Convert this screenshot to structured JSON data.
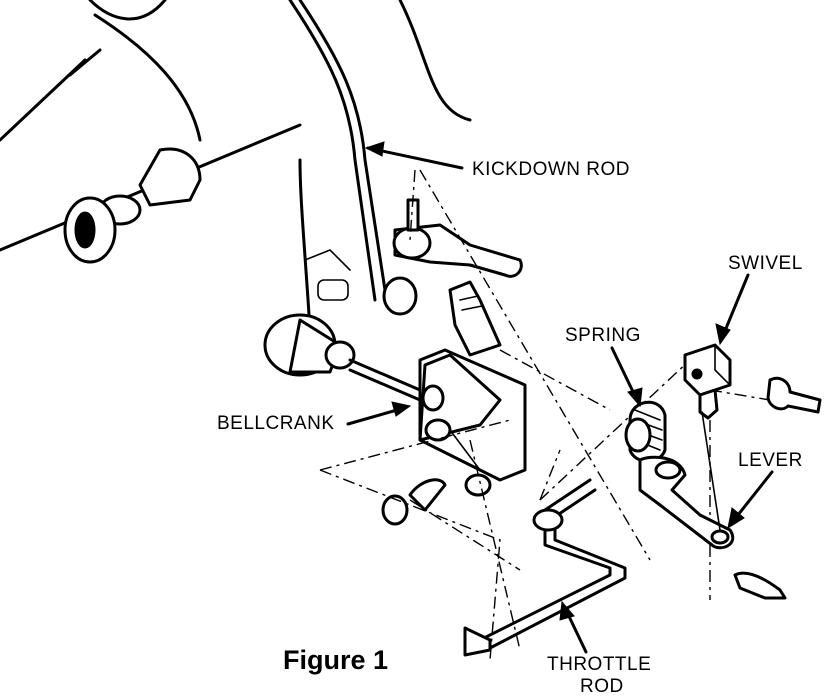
{
  "labels": {
    "kickdown_rod": "KICKDOWN ROD",
    "swivel": "SWIVEL",
    "spring": "SPRING",
    "bellcrank": "BELLCRANK",
    "lever": "LEVER",
    "throttle_rod_line1": "THROTTLE",
    "throttle_rod_line2": "ROD"
  },
  "caption": "Figure 1",
  "colors": {
    "ink": "#000000",
    "paper": "#ffffff"
  }
}
